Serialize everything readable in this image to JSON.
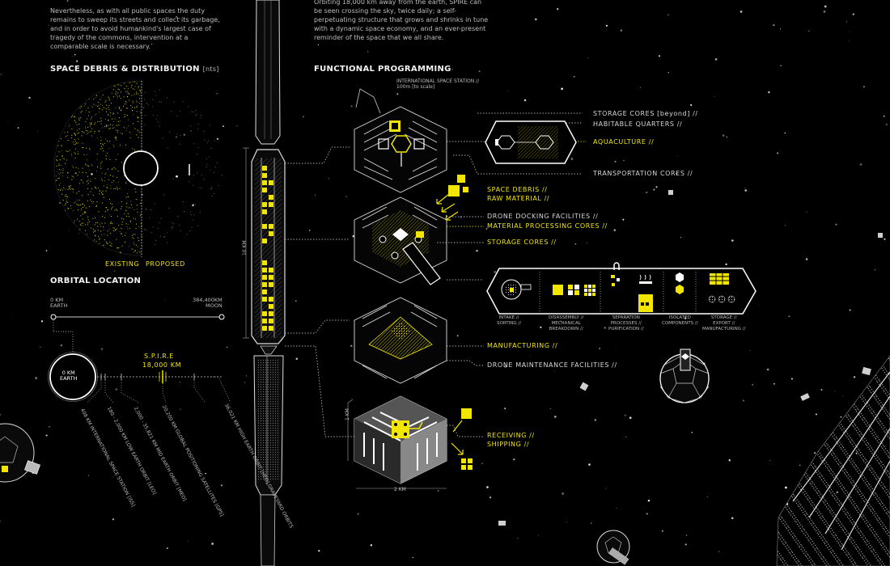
{
  "intro": {
    "left_paragraph": "Nevertheless, as with all public spaces the duty remains to sweep its streets and collect its garbage, and in order to avoid humankind's largest case of tragedy of the commons, intervention at a comparable scale is necessary.",
    "right_paragraph": "Orbiting 18,000 km away from the earth, SPIRE can be seen crossing the sky, twice daily; a self-perpetuating structure that grows and shrinks in tune with a dynamic space economy, and an ever-present reminder of the space that we all share."
  },
  "debris_section": {
    "title": "SPACE DEBRIS & DISTRIBUTION",
    "title_note": "[nts]",
    "existing_label": "EXISTING",
    "proposed_label": "PROPOSED"
  },
  "orbital_section": {
    "title": "ORBITAL LOCATION",
    "earth_km": "0 KM",
    "earth_label": "EARTH",
    "moon_km": "384,400KM",
    "moon_label": "MOON",
    "circle_km": "0 KM",
    "circle_label": "EARTH",
    "spire_label": "S.P.I.R.E",
    "spire_km": "18,000 KM",
    "orbits": [
      "408 KM INTERNATIONAL SPACE STATION [ISS]",
      "180 - 2,000 KM LOW EARTH ORBIT [LEO]",
      "2,000 - 35,821 KM MID EARTH ORBIT [MEO]",
      "20,200 KM GLOBAL POSITIONING SATELLITES [GPS]",
      "36,021 KM HIGH EARTH ORBIT [HEO] GRAVEYARD ORBITS"
    ]
  },
  "spire": {
    "height_label": "10 KM"
  },
  "functional": {
    "title": "FUNCTIONAL PROGRAMMING",
    "iss_note_line1": "INTERNATIONAL SPACE STATION //",
    "iss_note_line2": "100m [to scale]",
    "labels": {
      "storage_cores_beyond": "STORAGE CORES [beyond] //",
      "habitable_quarters": "HABITABLE QUARTERS //",
      "aquaculture": "AQUACULTURE //",
      "transportation_cores": "TRANSPORTATION CORES //",
      "space_debris": "SPACE DEBRIS //",
      "raw_material": "RAW MATERIAL //",
      "drone_docking": "DRONE DOCKING FACILITIES //",
      "material_processing": "MATERIAL PROCESSING CORES //",
      "storage_cores": "STORAGE CORES //",
      "manufacturing": "MANUFACTURING //",
      "drone_maintenance": "DRONE MAINTENANCE FACILITIES //",
      "receiving": "RECEIVING //",
      "shipping": "SHIPPING //",
      "cube_km_side": "1 KM",
      "cube_km_base": "2 KM"
    },
    "process_steps": [
      {
        "line1": "INTAKE //",
        "line2": "SORTING //",
        "line3": ""
      },
      {
        "line1": "DISASSEMBLY //",
        "line2": "MECHANICAL",
        "line3": "BREAKDOWN //"
      },
      {
        "line1": "SEPARATION",
        "line2": "PROCESSES //",
        "line3": "PURIFICATION //"
      },
      {
        "line1": "ISOLATED",
        "line2": "COMPONENTS //",
        "line3": ""
      },
      {
        "line1": "STORAGE //",
        "line2": "EXPORT //",
        "line3": "MANUFACTURING //"
      }
    ]
  },
  "colors": {
    "accent": "#f2e600",
    "line": "#d9d9d9",
    "background": "#000000"
  }
}
